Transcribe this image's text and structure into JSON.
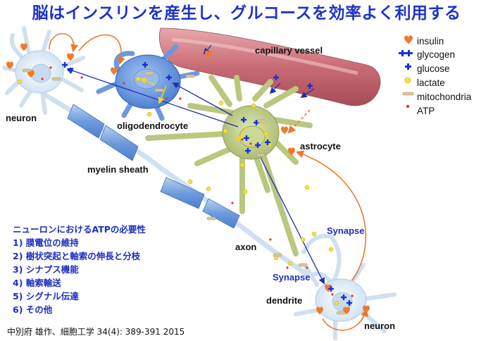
{
  "title": "脳はインスリンを産生し、グルコースを効率よく利用する",
  "labels": {
    "neuron_top": "neuron",
    "oligodendrocyte": "oligodendrocyte",
    "capillary": "capillary vessel",
    "astrocyte": "astrocyte",
    "myelin": "myelin sheath",
    "axon": "axon",
    "synapse_right": "Synapse",
    "synapse_bottom": "Synapse",
    "dendrite": "dendrite",
    "neuron_bottom": "neuron"
  },
  "legend": [
    {
      "label": "insulin",
      "symbol": "insulin-heart-icon",
      "color": "#f07a2a"
    },
    {
      "label": "glycogen",
      "symbol": "glycogen-chain-icon",
      "color": "#1530d8"
    },
    {
      "label": "glucose",
      "symbol": "glucose-plus-icon",
      "color": "#1530d8"
    },
    {
      "label": "lactate",
      "symbol": "lactate-dot-icon",
      "color": "#f2e23c"
    },
    {
      "label": "mitochondria",
      "symbol": "mitochondria-bar-icon",
      "color": "#d9c79a"
    },
    {
      "label": "ATP",
      "symbol": "atp-dot-icon",
      "color": "#e8322a"
    }
  ],
  "atp_list": {
    "heading": "ニューロンにおけるATPの必要性",
    "items": [
      "1)  膜電位の維持",
      "2)  樹状突起と軸索の伸長と分枝",
      "3)  シナプス機能",
      "4)  軸索輸送",
      "5)  シグナル伝達",
      "6)  その他"
    ]
  },
  "citation": "中別府 雄作、細胞工学 34(4): 389-391 2015",
  "colors": {
    "title": "#1d33c8",
    "neuron": "#dbeaf5",
    "oligodendrocyte": "#4e86d9",
    "astrocyte": "#b9c77f",
    "capillary": "#c86b72",
    "insulin": "#f07a2a",
    "glycogen": "#1530d8",
    "arrow_blue": "#1c2fb5",
    "arrow_orange": "#ec7a2a"
  }
}
